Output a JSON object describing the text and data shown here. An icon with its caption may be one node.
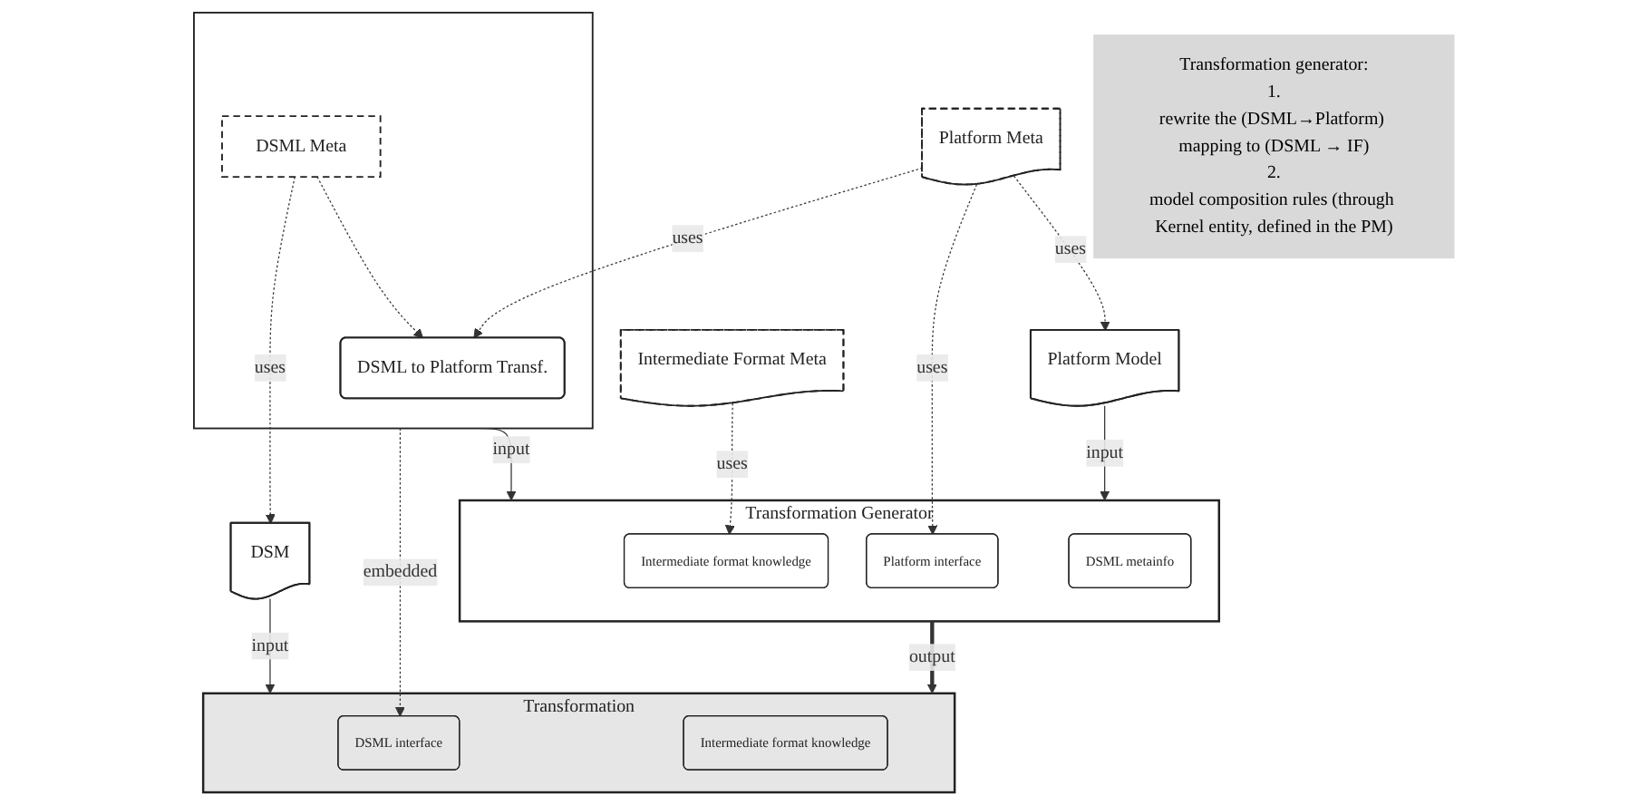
{
  "diagram": {
    "nodes": [
      {
        "text": [
          "Platform Meta"
        ]
      },
      {
        "text": [
          "Platform Model"
        ]
      },
      {
        "text": [
          "Intermediate Format Meta"
        ]
      },
      {
        "text": [],
        "shape": "box"
      },
      {
        "text": [
          "DSML to Platform Transf."
        ],
        "in": 3
      },
      {
        "text": [
          "DSML Meta"
        ],
        "in": 3
      },
      {
        "text": [
          "Transformation Generator"
        ]
      },
      {
        "text": [
          "Platform interface"
        ],
        "in": 6
      },
      {
        "text": [
          "Intermediate format knowledge"
        ],
        "in": 6
      },
      {
        "text": [
          "DSML metainfo"
        ],
        "in": 6
      },
      {
        "text": [
          "DSM"
        ]
      },
      {
        "text": [
          "Transformation"
        ]
      },
      {
        "text": [
          "DSML interface"
        ],
        "in": 11
      },
      {
        "text": [
          "Intermediate format knowledge"
        ],
        "in": 11
      },
      {
        "text": [
          "Transformation generator:",
          "1.",
          "rewrite the (DSML→Platform) mapping to (DSML → IF)",
          "2.",
          "model composition rules (through Kernel entity, defined in the PM)"
        ]
      }
    ],
    "edges": [
      {
        "from": 0,
        "to": 1,
        "arrow": "to",
        "label": "uses",
        "style": "dashed"
      },
      {
        "from": 0,
        "to": 7,
        "arrow": "to",
        "label": "uses",
        "style": "dashed"
      },
      {
        "from": 0,
        "to": 4,
        "arrow": "to",
        "label": "uses",
        "style": "dashed"
      },
      {
        "from": 2,
        "to": 8,
        "arrow": "to",
        "label": "uses",
        "style": "dashed"
      },
      {
        "from": 1,
        "to": 6,
        "arrow": "to",
        "label": "input"
      },
      {
        "from": 3,
        "to": 6,
        "arrow": "to",
        "label": "input"
      },
      {
        "from": 5,
        "to": 4,
        "arrow": "to",
        "style": "dashed"
      },
      {
        "from": 5,
        "to": 10,
        "arrow": "to",
        "label": "uses",
        "style": "dashed"
      },
      {
        "from": 3,
        "to": 12,
        "arrow": "to",
        "label": "embedded",
        "style": "dashed"
      },
      {
        "from": 10,
        "to": 11,
        "arrow": "to",
        "label": "input"
      },
      {
        "from": 6,
        "to": 11,
        "arrow": "to",
        "label": "output",
        "style": "thick"
      }
    ]
  }
}
